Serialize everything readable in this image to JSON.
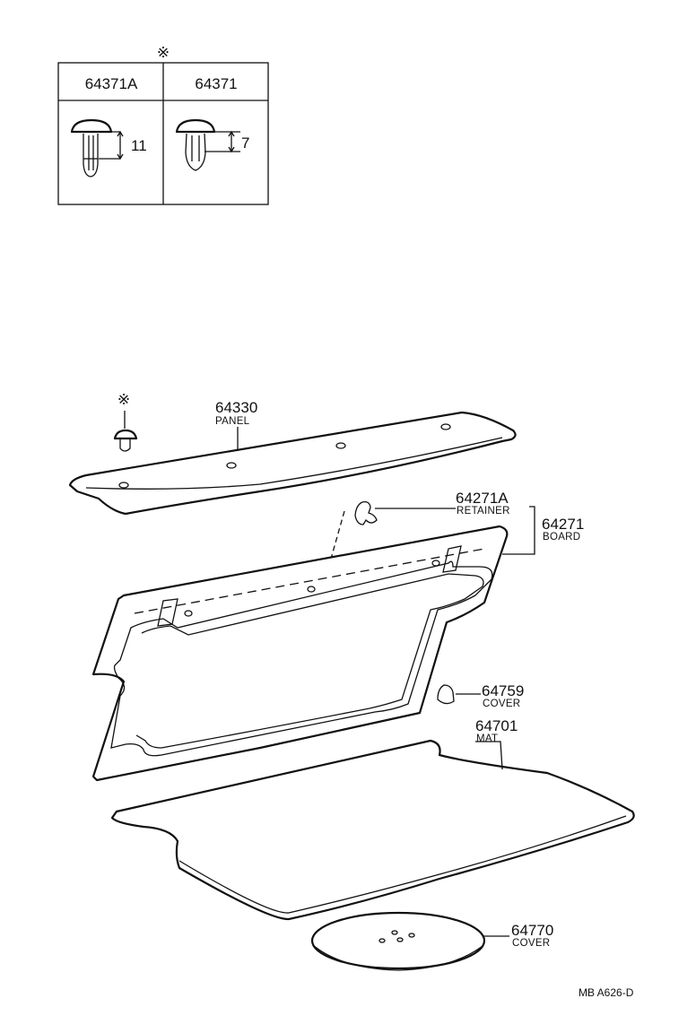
{
  "table": {
    "mark": "※",
    "headers": [
      "64371A",
      "64371"
    ],
    "dimensions": [
      "11",
      "7"
    ]
  },
  "parts": [
    {
      "number": "64330",
      "name": "PANEL"
    },
    {
      "number": "64271A",
      "name": "RETAINER"
    },
    {
      "number": "64271",
      "name": "BOARD"
    },
    {
      "number": "64759",
      "name": "COVER"
    },
    {
      "number": "64701",
      "name": "MAT"
    },
    {
      "number": "64770",
      "name": "COVER"
    }
  ],
  "clip_mark": "※",
  "reference": "MB A626-D"
}
